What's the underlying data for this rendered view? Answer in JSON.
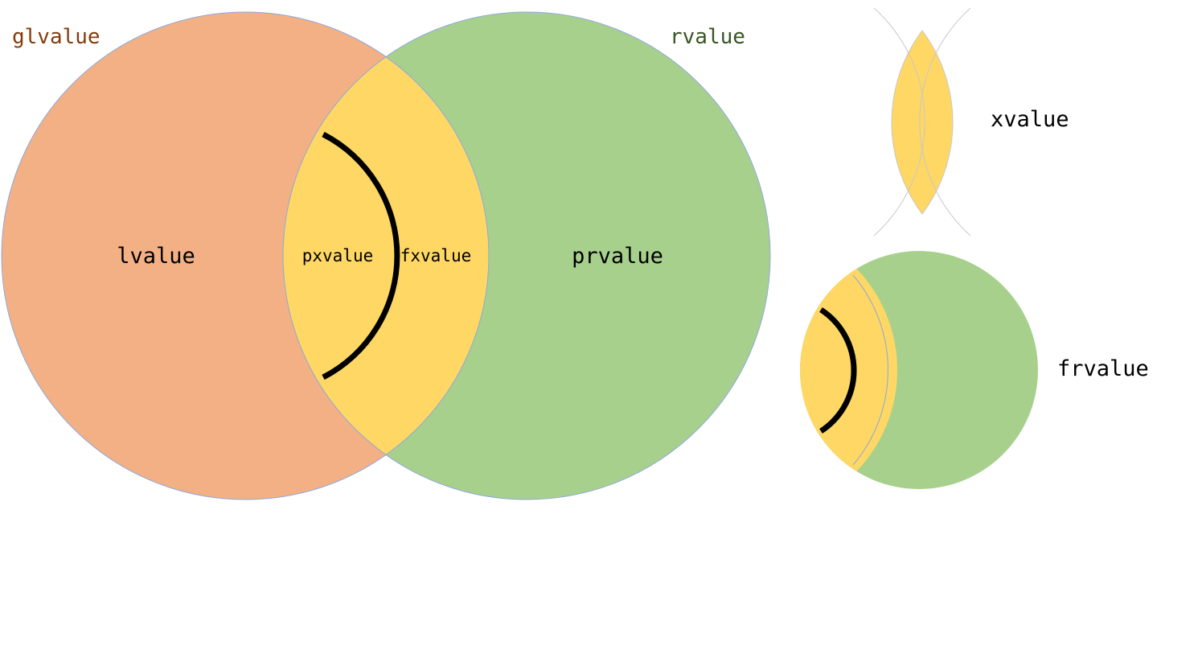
{
  "labels": {
    "glvalue": "glvalue",
    "rvalue": "rvalue",
    "lvalue": "lvalue",
    "pxvalue": "pxvalue",
    "fxvalue": "fxvalue",
    "prvalue": "prvalue",
    "xvalue": "xvalue",
    "frvalue": "frvalue"
  },
  "colors": {
    "glvalue_fill": "#F3B084",
    "rvalue_fill": "#A8D08D",
    "xvalue_fill": "#FED764",
    "outline": "#8EA9DB",
    "thin_outline": "#C8C8C8",
    "divider": "#000000",
    "glvalue_text": "#843C0C",
    "rvalue_text": "#375623",
    "text": "#000000"
  }
}
